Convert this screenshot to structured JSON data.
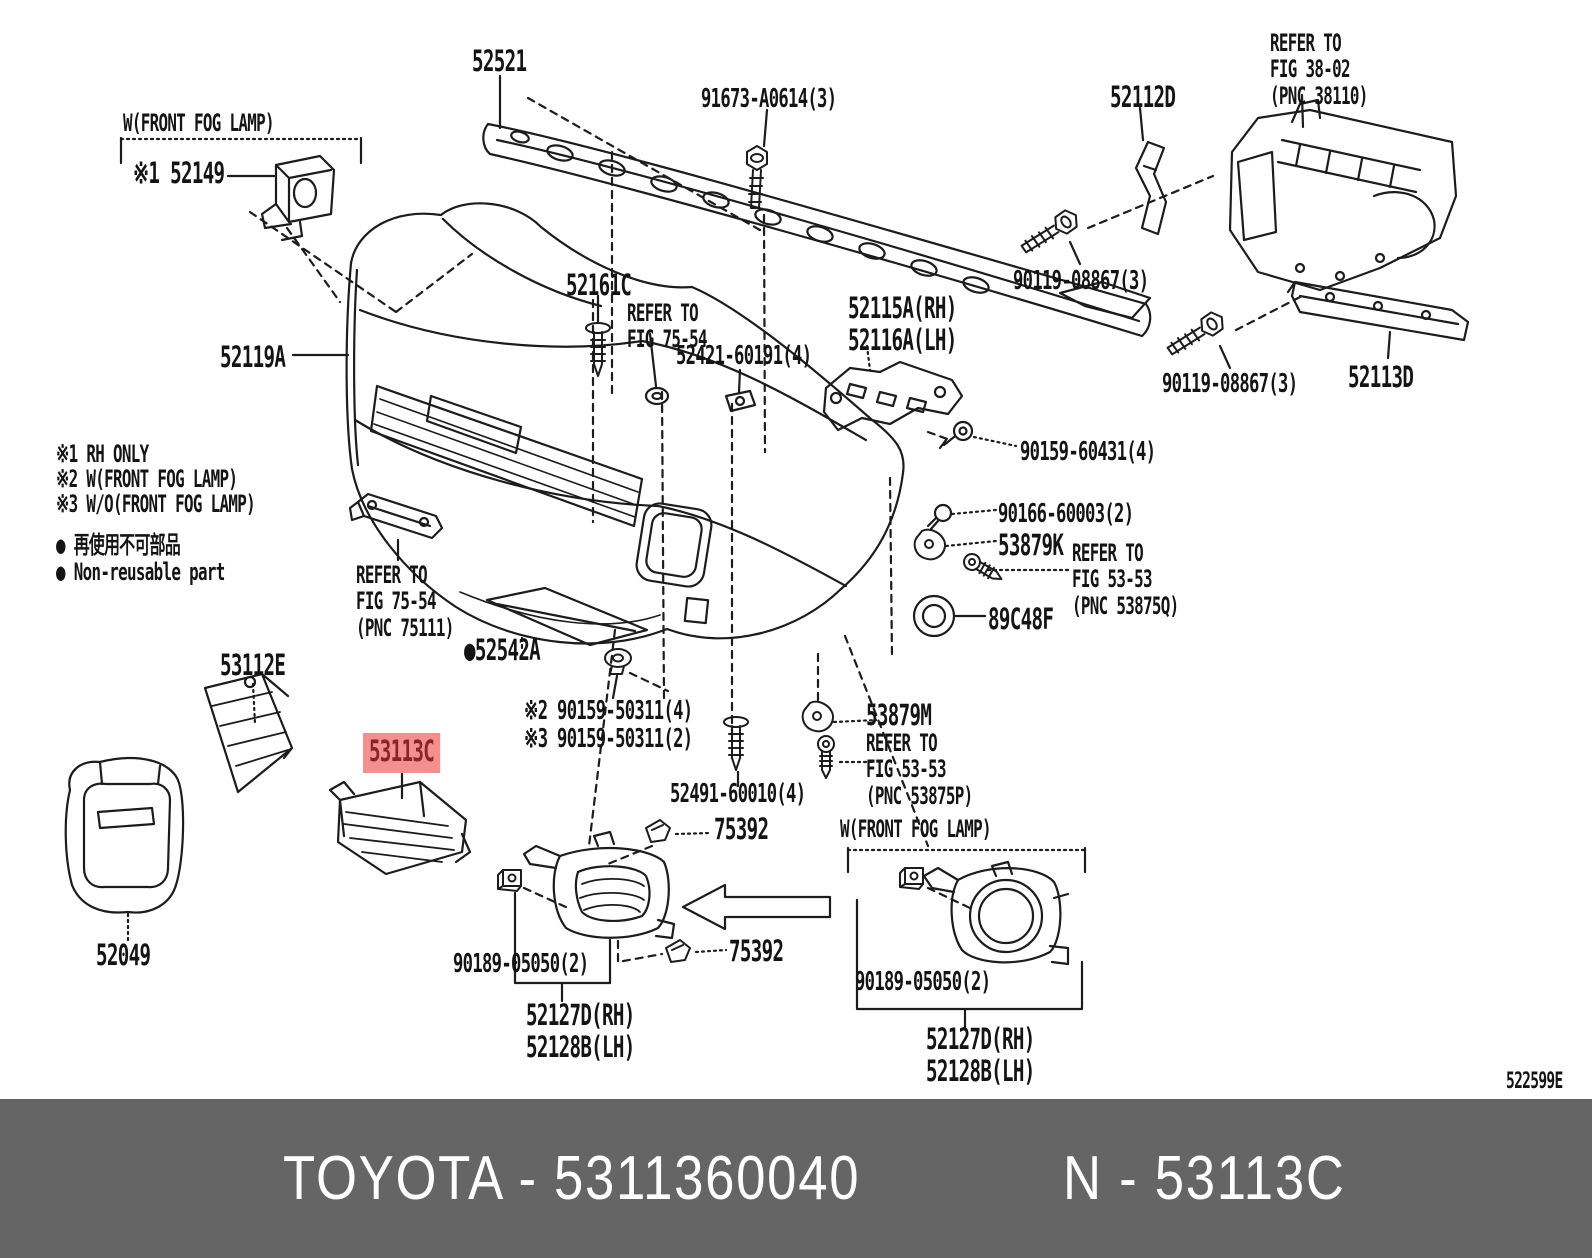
{
  "diagram_title_code": "522599E",
  "colors": {
    "line": "#1c1c1c",
    "highlight_bg": "#f58f8f",
    "highlight_text": "#8b2525",
    "footer_bg": "#656565",
    "footer_text": "#ffffff"
  },
  "footer": {
    "left_text": "TOYOTA - 5311360040",
    "right_text": "N - 53113C"
  },
  "notes": {
    "n1": "※1 RH ONLY",
    "n2": "※2 W(FRONT FOG LAMP)",
    "n3": "※3 W/O(FRONT FOG LAMP)",
    "jp": "● 再使用不可部品",
    "en": "● Non-reusable part"
  },
  "sections": {
    "fog_left_header": "W(FRONT FOG LAMP)",
    "fog_right_header": "W(FRONT FOG LAMP)"
  },
  "labels": {
    "p52149": "※1 52149",
    "p52521": "52521",
    "p91673": "91673-A0614(3)",
    "refer3802": "REFER TO\nFIG 38-02\n(PNC 38110)",
    "p52112D": "52112D",
    "p90119a": "90119-08867(3)",
    "p90119b": "90119-08867(3)",
    "p52113D": "52113D",
    "p52119A": "52119A",
    "p52161C": "52161C",
    "refer7554a": "REFER TO\nFIG 75-54",
    "p52421": "52421-60191(4)",
    "p5211516": "52115A(RH)\n52116A(LH)",
    "p90159_60431": "90159-60431(4)",
    "p90166": "90166-60003(2)",
    "p53879K": "53879K",
    "refer5353a": "REFER TO\nFIG 53-53\n(PNC 53875Q)",
    "p89C48F": "89C48F",
    "refer7554b": "REFER TO\nFIG 75-54\n(PNC 75111)",
    "p52542A": "●52542A",
    "p90159a": "※2 90159-50311(4)",
    "p90159b": "※3 90159-50311(2)",
    "p52491": "52491-60010(4)",
    "p53879M": "53879M",
    "refer5353b": "REFER TO\nFIG 53-53\n(PNC 53875P)",
    "p75392a": "75392",
    "p75392b": "75392",
    "p90189a": "90189-05050(2)",
    "p52127a": "52127D(RH)\n52128B(LH)",
    "p90189b": "90189-05050(2)",
    "p52127b": "52127D(RH)\n52128B(LH)",
    "p53112E": "53112E",
    "p52049": "52049",
    "p53113C": "53113C"
  }
}
